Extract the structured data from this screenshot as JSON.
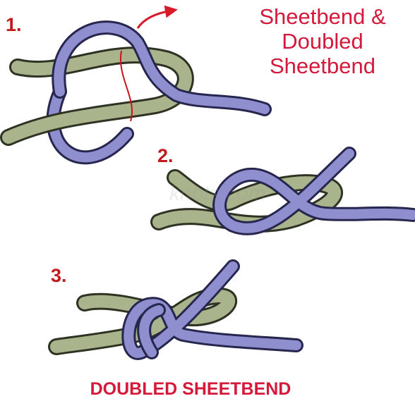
{
  "title": {
    "line1": "Sheetbend &",
    "line2": "Doubled",
    "line3": "Sheetbend"
  },
  "steps": {
    "step1": "1.",
    "step2": "2.",
    "step3": "3."
  },
  "caption": "DOUBLED SHEETBEND",
  "watermark": "knots.com",
  "colors": {
    "title_red": "#d4193b",
    "label_red": "#c21a1a",
    "green_rope": "#a9b48c",
    "green_outline": "#2e3222",
    "blue_rope": "#8f8fcf",
    "blue_outline": "#26264f",
    "arrow_red": "#d81a2a",
    "guide_line_red": "#c8151b"
  },
  "icons": {
    "arrow": "curved-arrow-icon"
  }
}
